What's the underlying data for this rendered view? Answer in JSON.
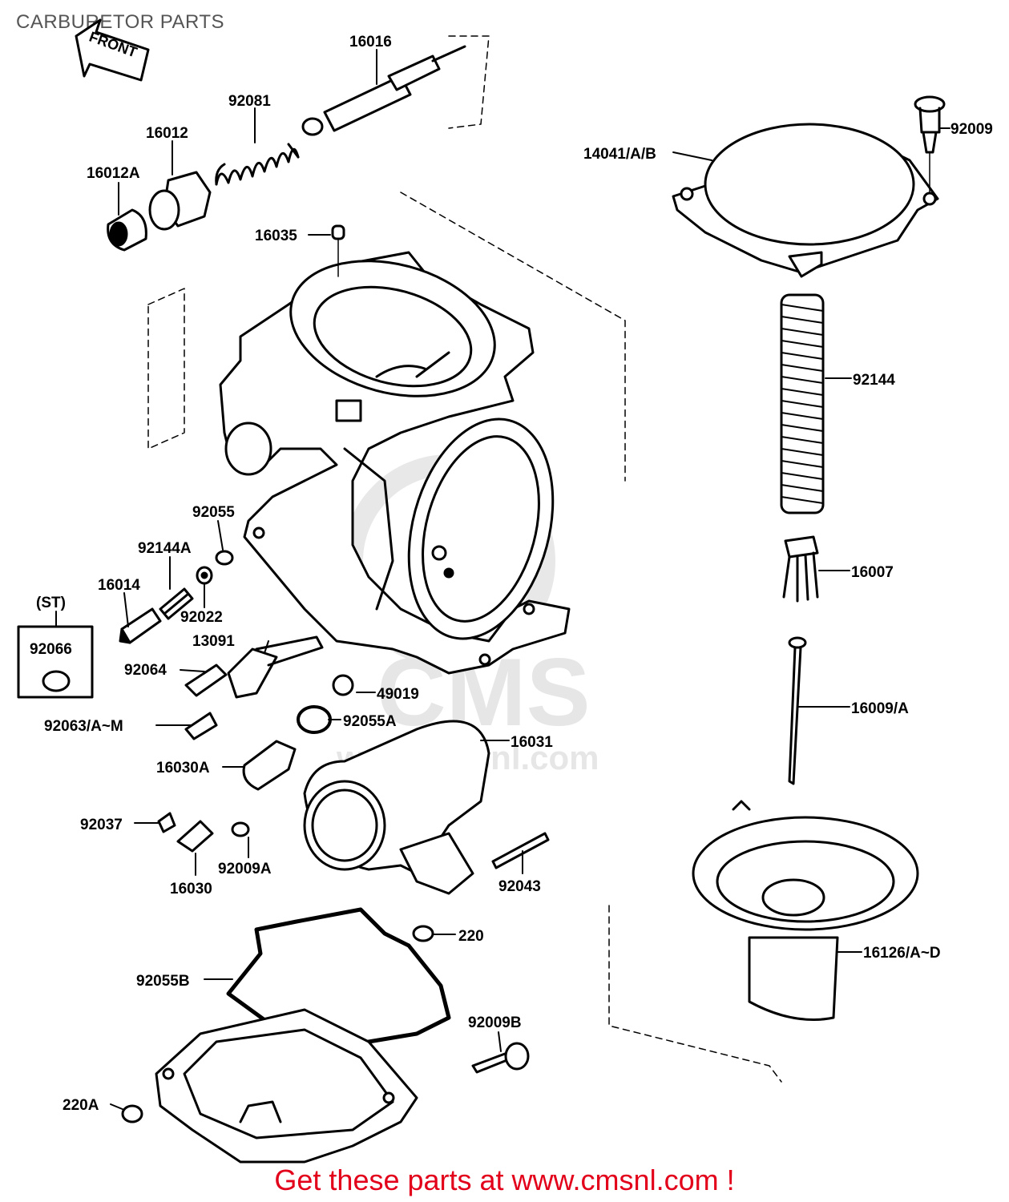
{
  "header": {
    "title": "CARBURETOR PARTS"
  },
  "front_arrow": {
    "text": "FRONT"
  },
  "st_box": {
    "label": "(ST)",
    "part": "92066"
  },
  "watermark": {
    "logo": "CMS",
    "url": "www.cmsnl.com"
  },
  "parts": [
    "16016",
    "92081",
    "16012",
    "16012A",
    "16035",
    "14041/A/B",
    "92009",
    "92144",
    "16007",
    "16009/A",
    "16126/A~D",
    "92055",
    "92144A",
    "16014",
    "92022",
    "13091",
    "92064",
    "49019",
    "92055A",
    "92063/A~M",
    "16031",
    "16030A",
    "92037",
    "92009A",
    "16030",
    "92043",
    "220",
    "92055B",
    "92009B",
    "220A"
  ],
  "footer": {
    "text": "Get these parts at www.cmsnl.com !"
  }
}
